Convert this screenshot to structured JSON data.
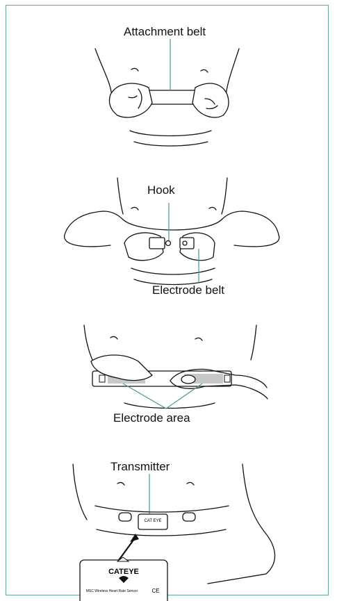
{
  "panels": [
    {
      "labels": {
        "attachment_belt": "Attachment belt"
      }
    },
    {
      "labels": {
        "hook": "Hook",
        "electrode_belt": "Electrode belt"
      }
    },
    {
      "labels": {
        "electrode_area": "Electrode area"
      }
    },
    {
      "labels": {
        "transmitter": "Transmitter"
      }
    }
  ],
  "device": {
    "brand": "CATEYE",
    "description": "MSC Wireless Heart Rate Sensor",
    "mark": "CE",
    "small_brand": "CAT EYE"
  },
  "colors": {
    "frame": "#5fa8a8",
    "callout": "#3f9a9a",
    "electrode_fill": "#c8c8c8"
  }
}
